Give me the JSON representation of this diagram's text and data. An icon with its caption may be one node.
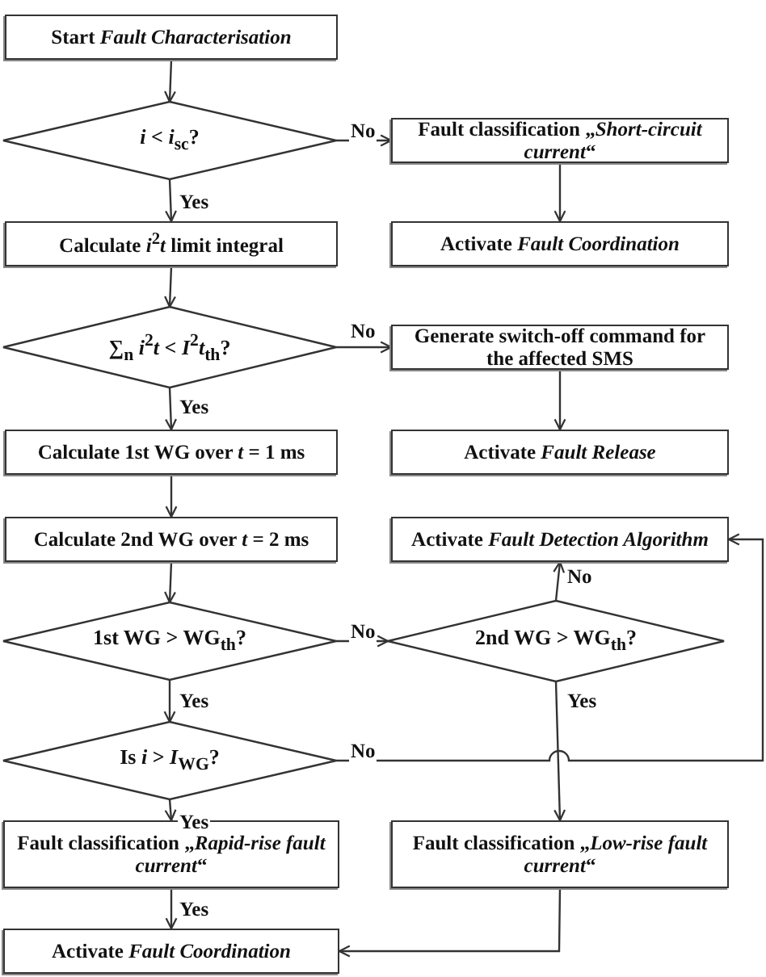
{
  "diagram": {
    "nodes": [
      {
        "text": [
          "Start *Fault Characterisation*"
        ]
      },
      {
        "text": [
          "*i* < *i*$_{sc}$?"
        ]
      },
      {
        "text": [
          "Fault classification „*Short-circuit current*“"
        ]
      },
      {
        "text": [
          "Calculate *i*$^{2}$*t* limit integral"
        ]
      },
      {
        "text": [
          "Activate *Fault Coordination*"
        ]
      },
      {
        "text": [
          "∑$_{n}$ *i*$^{2}$*t* < *I*$^{2}$*t*$_{th}$?"
        ]
      },
      {
        "text": [
          "Generate switch-off command for the affected SMS"
        ]
      },
      {
        "text": [
          "Calculate 1st WG over *t* = 1 ms"
        ]
      },
      {
        "text": [
          "Activate *Fault Release*"
        ]
      },
      {
        "text": [
          "Calculate 2nd WG over *t* = 2 ms"
        ]
      },
      {
        "text": [
          "Activate *Fault Detection Algorithm*"
        ]
      },
      {
        "text": [
          "1st WG > WG$_{th}$?"
        ]
      },
      {
        "text": [
          "2nd WG > WG$_{th}$?"
        ]
      },
      {
        "text": [
          "Is *i* > *I*$_{WG}$?"
        ]
      },
      {
        "text": [
          "Fault classification „*Rapid-rise fault current*“"
        ]
      },
      {
        "text": [
          "Fault classification „*Low-rise fault current*“"
        ]
      },
      {
        "text": [
          "Activate *Fault Coordination*"
        ]
      }
    ],
    "edges": [
      {
        "from": 0,
        "to": 1,
        "arrow": "to"
      },
      {
        "from": 1,
        "to": 2,
        "arrow": "to",
        "label": "No"
      },
      {
        "from": 1,
        "to": 3,
        "arrow": "to",
        "label": "Yes"
      },
      {
        "from": 2,
        "to": 4,
        "arrow": "to"
      },
      {
        "from": 3,
        "to": 5,
        "arrow": "to"
      },
      {
        "from": 5,
        "to": 6,
        "arrow": "to",
        "label": "No"
      },
      {
        "from": 5,
        "to": 7,
        "arrow": "to",
        "label": "Yes"
      },
      {
        "from": 6,
        "to": 8,
        "arrow": "to"
      },
      {
        "from": 7,
        "to": 9,
        "arrow": "to"
      },
      {
        "from": 9,
        "to": 11,
        "arrow": "to"
      },
      {
        "from": 11,
        "to": 12,
        "arrow": "to",
        "label": "No"
      },
      {
        "from": 11,
        "to": 13,
        "arrow": "to",
        "label": "Yes"
      },
      {
        "from": 12,
        "to": 10,
        "arrow": "to",
        "label": "No"
      },
      {
        "from": 12,
        "to": 15,
        "arrow": "to",
        "label": "Yes"
      },
      {
        "from": 13,
        "to": 10,
        "arrow": "to",
        "label": "No"
      },
      {
        "from": 13,
        "to": 14,
        "arrow": "to",
        "label": "Yes"
      },
      {
        "from": 14,
        "to": 16,
        "arrow": "to",
        "label": "Yes"
      },
      {
        "from": 15,
        "to": 16,
        "arrow": "to"
      }
    ]
  }
}
